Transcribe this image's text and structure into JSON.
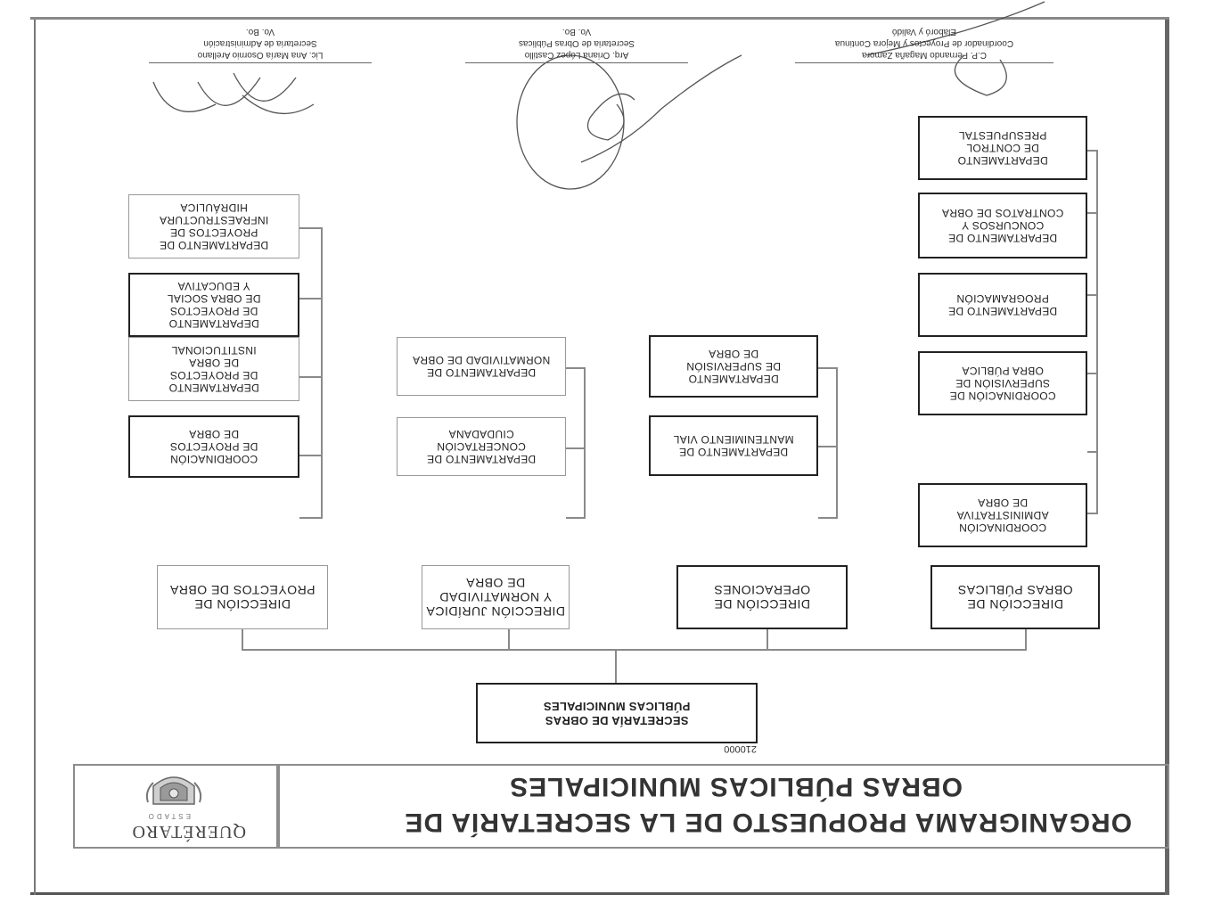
{
  "document": {
    "title_line1": "ORGANIGRAMA PROPUESTO DE LA SECRETARÍA DE",
    "title_line2": "OBRAS PÚBLICAS MUNICIPALES",
    "logo_text": "QUERÉTARO",
    "logo_subtext": "ESTADO",
    "page_code": "210000"
  },
  "org_chart": {
    "secretaria": {
      "line1": "SECRETARÍA DE OBRAS",
      "line2": "PÚBLICAS MUNICIPALES"
    },
    "direcciones": [
      {
        "line1": "DIRECCIÓN DE",
        "line2": "OBRAS PÚBLICAS",
        "departments": [
          {
            "lines": [
              "COORDINACIÓN",
              "ADMINISTRATIVA",
              "DE OBRA"
            ]
          },
          {
            "lines": [
              "COORDINACIÓN DE",
              "SUPERVISIÓN DE",
              "OBRA PÚBLICA"
            ]
          },
          {
            "lines": [
              "DEPARTAMENTO DE",
              "PROGRAMACIÓN"
            ]
          },
          {
            "lines": [
              "DEPARTAMENTO DE",
              "CONCURSOS Y",
              "CONTRATOS DE OBRA"
            ]
          },
          {
            "lines": [
              "DEPARTAMENTO",
              "DE CONTROL",
              "PRESUPUESTAL"
            ]
          }
        ]
      },
      {
        "line1": "DIRECCIÓN DE",
        "line2": "OPERACIONES",
        "departments": [
          {
            "lines": [
              "DEPARTAMENTO DE",
              "MANTENIMIENTO VIAL"
            ]
          },
          {
            "lines": [
              "DEPARTAMENTO",
              "DE SUPERVISIÓN",
              "DE OBRA"
            ]
          }
        ]
      },
      {
        "line1": "DIRECCIÓN JURÍDICA",
        "line2": "Y NORMATIVIDAD",
        "line3": "DE OBRA",
        "departments": [
          {
            "lines": [
              "DEPARTAMENTO DE",
              "CONCERTACIÓN",
              "CIUDADANA"
            ]
          },
          {
            "lines": [
              "DEPARTAMENTO DE",
              "NORMATIVIDAD DE OBRA"
            ]
          }
        ]
      },
      {
        "line1": "DIRECCIÓN DE",
        "line2": "PROYECTOS DE OBRA",
        "departments": [
          {
            "lines": [
              "COORDINACIÓN",
              "DE PROYECTOS",
              "DE OBRA"
            ]
          },
          {
            "lines": [
              "DEPARTAMENTO",
              "DE PROYECTOS",
              "DE OBRA",
              "INSTITUCIONAL"
            ]
          },
          {
            "lines": [
              "DEPARTAMENTO",
              "DE PROYECTOS",
              "DE OBRA SOCIAL",
              "Y EDUCATIVA"
            ]
          },
          {
            "lines": [
              "DEPARTAMENTO DE",
              "PROYECTOS DE",
              "INFRAESTRUCTURA",
              "HIDRÁULICA"
            ]
          }
        ]
      }
    ]
  },
  "signatures": [
    {
      "role": "Elaboró y Validó",
      "name": "C.P. Fernando Magaña Zamora",
      "position": "Coordinador de Proyectos y Mejora Continua"
    },
    {
      "role": "Vo. Bo.",
      "name": "Arq. Oriana López Castillo",
      "position": "Secretaria de Obras Públicas"
    },
    {
      "role": "Vo. Bo.",
      "name": "Lic. Ana María Osornio Arellano",
      "position": "Secretaria de Administración"
    }
  ]
}
